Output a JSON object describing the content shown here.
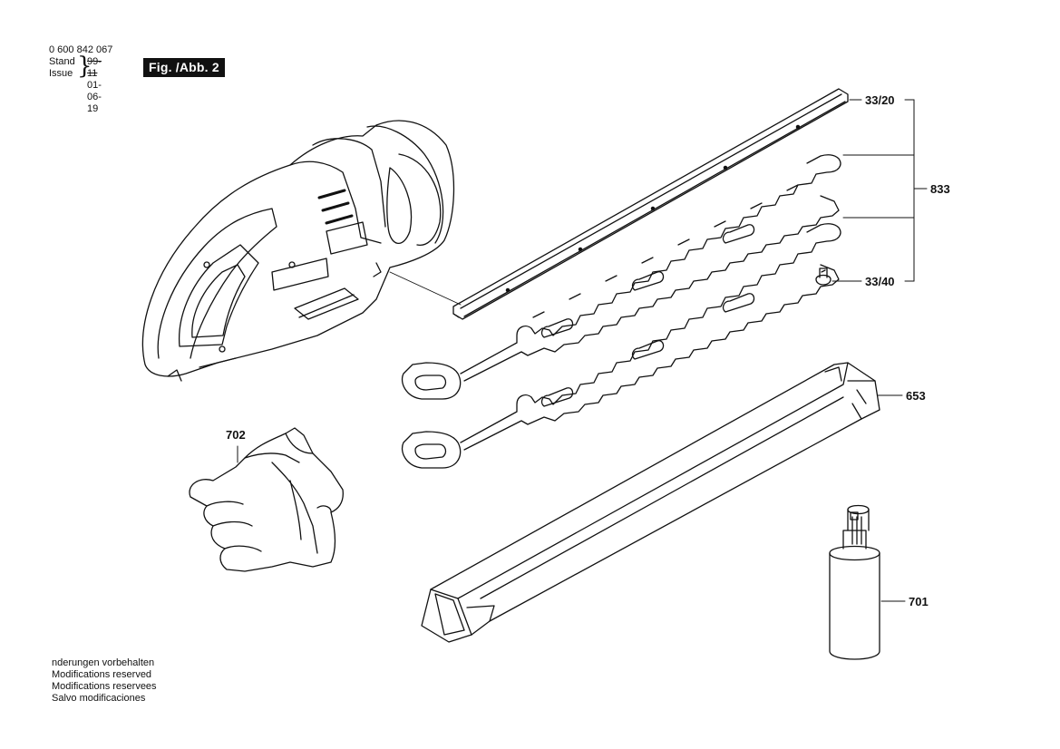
{
  "header": {
    "doc_number": "0 600 842 067",
    "stand_label": "Stand",
    "issue_label": "Issue",
    "stand_value": "99-11",
    "issue_value": "01-06-19",
    "figure_label": "Fig. /Abb. 2"
  },
  "callouts": {
    "p3320": "33/20",
    "p833": "833",
    "p3340": "33/40",
    "p653": "653",
    "p702": "702",
    "p701": "701"
  },
  "footer": {
    "line1": "nderungen vorbehalten",
    "line2": "Modifications reserved",
    "line3": "Modifications reservees",
    "line4": "Salvo modificaciones"
  }
}
